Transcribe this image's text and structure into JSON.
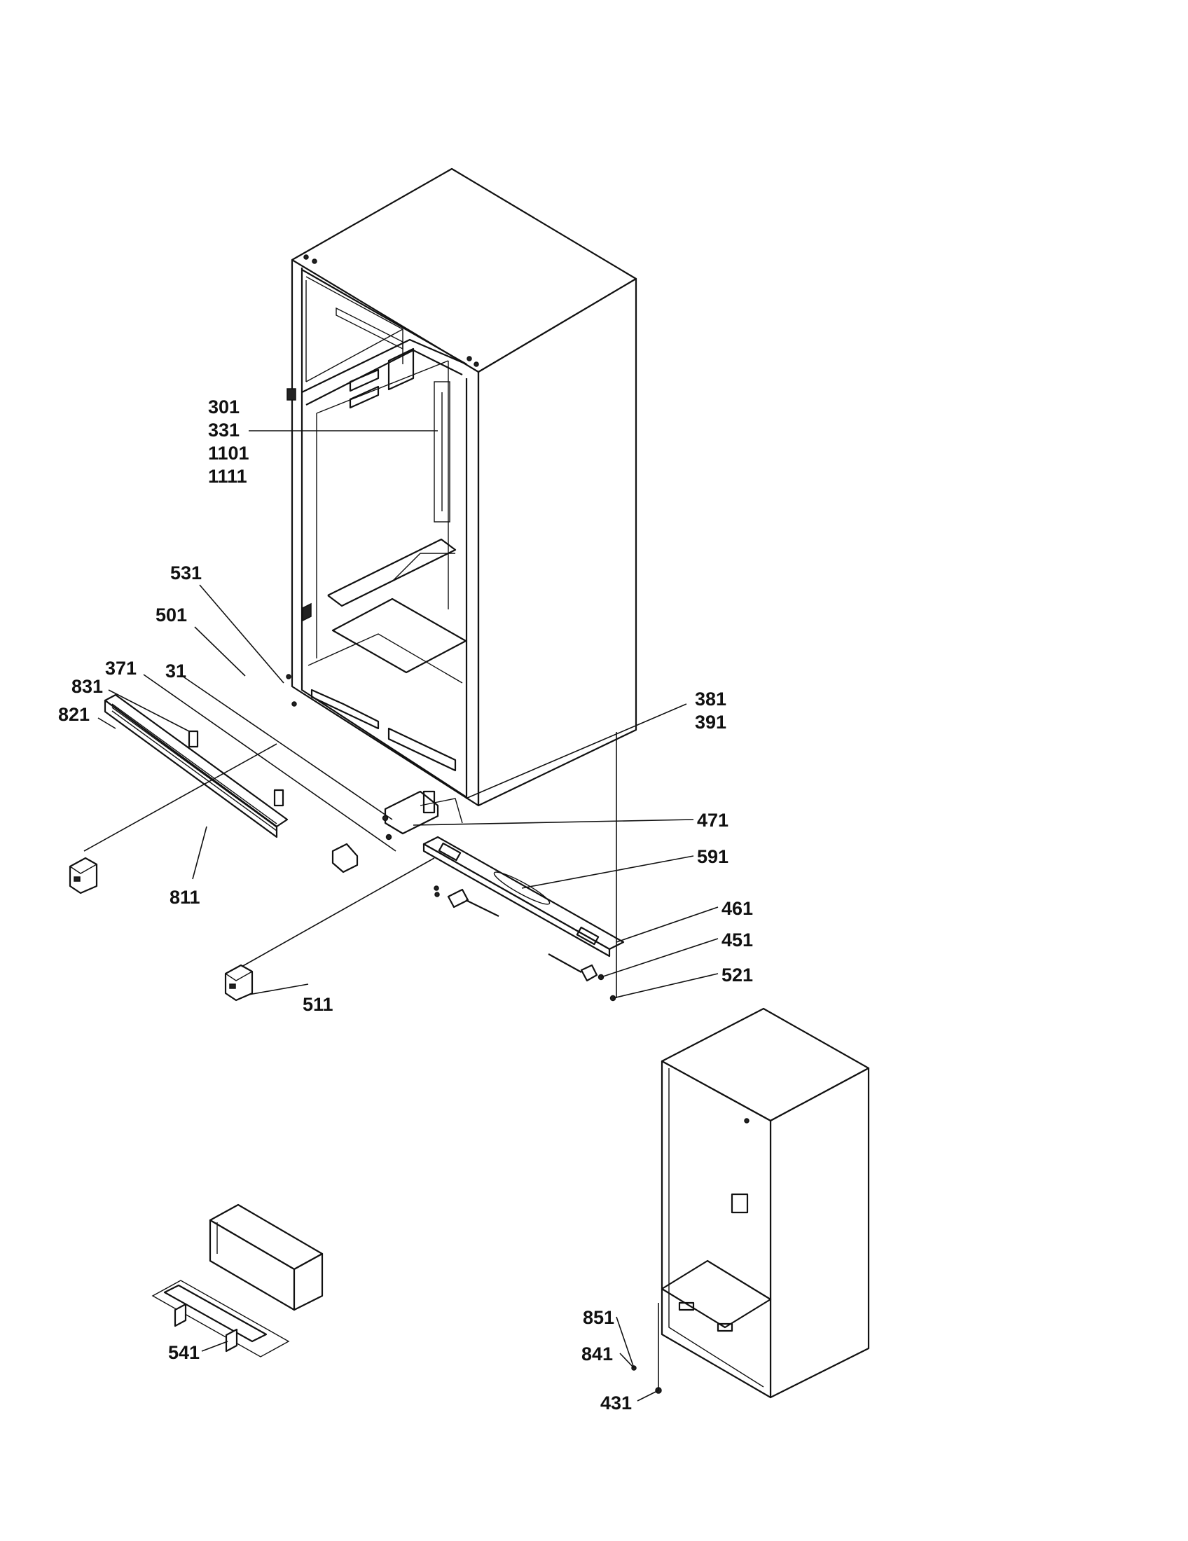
{
  "diagram": {
    "callouts": {
      "c301": "301",
      "c331": "331",
      "c1101": "1101",
      "c1111": "1111",
      "c531": "531",
      "c501": "501",
      "c371": "371",
      "c31": "31",
      "c831": "831",
      "c821": "821",
      "c381": "381",
      "c391": "391",
      "c471": "471",
      "c591": "591",
      "c461": "461",
      "c451": "451",
      "c521": "521",
      "c811": "811",
      "c511": "511",
      "c851": "851",
      "c841": "841",
      "c431": "431",
      "c541": "541"
    }
  }
}
